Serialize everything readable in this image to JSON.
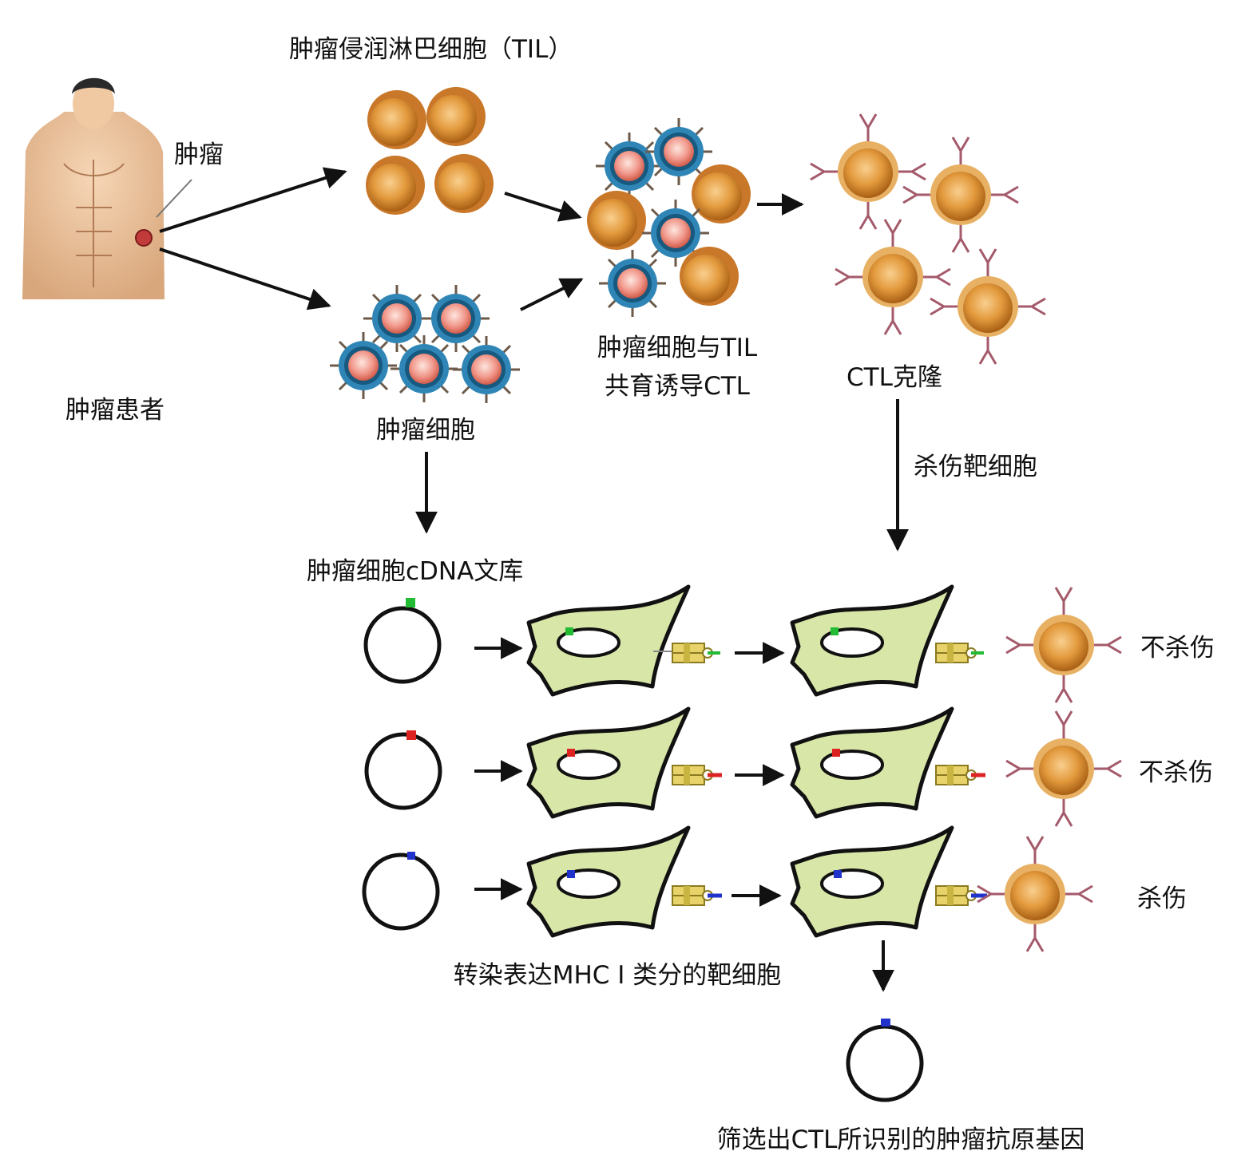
{
  "labels": {
    "til_title": "肿瘤侵润淋巴细胞（TIL）",
    "tumor": "肿瘤",
    "patient": "肿瘤患者",
    "tumor_cells": "肿瘤细胞",
    "coculture_line1": "肿瘤细胞与TIL",
    "coculture_line2": "共育诱导CTL",
    "ctl_clone": "CTL克隆",
    "kill_target": "杀伤靶细胞",
    "cdna_library": "肿瘤细胞cDNA文库",
    "transfect": "转染表达MHC I 类分的靶细胞",
    "screen": "筛选出CTL所识别的肿瘤抗原基因"
  },
  "rows": [
    {
      "marker": "green",
      "result": "不杀伤"
    },
    {
      "marker": "red",
      "result": "不杀伤"
    },
    {
      "marker": "blue",
      "result": "杀伤"
    }
  ],
  "colors": {
    "green": "#22bb33",
    "red": "#dd2222",
    "blue": "#2233cc",
    "til_orange": "#d98a2b",
    "tumor_ring": "#2d86b8",
    "target_cell": "#d8e6a8",
    "ctl_spike": "#a05060"
  }
}
